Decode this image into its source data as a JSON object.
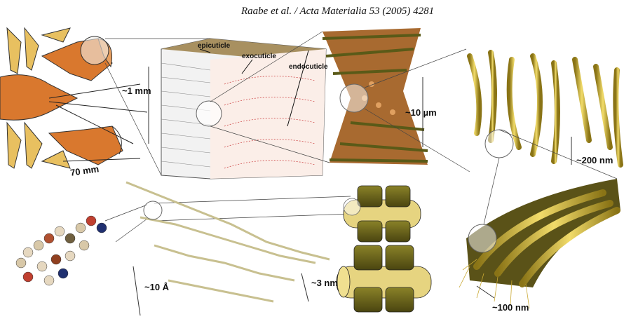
{
  "header": {
    "citation": "Raabe et al. / Acta Materialia 53 (2005) 4281"
  },
  "labels": {
    "epicuticle": "epicuticle",
    "exocuticle": "exocuticle",
    "endocuticle": "endocuticle",
    "scale_cuticle": "~1 mm",
    "scale_lobster": "70 mm",
    "scale_plywood": "~10 µm",
    "scale_fibers": "~200 nm",
    "scale_molecule": "~10 Å",
    "scale_fibril": "~3 nm",
    "scale_bundle": "~100 nm"
  },
  "colors": {
    "lobster": "#d9782e",
    "chitin": "#c9a832",
    "olive": "#6b6418",
    "rods": "#d08a4a"
  }
}
